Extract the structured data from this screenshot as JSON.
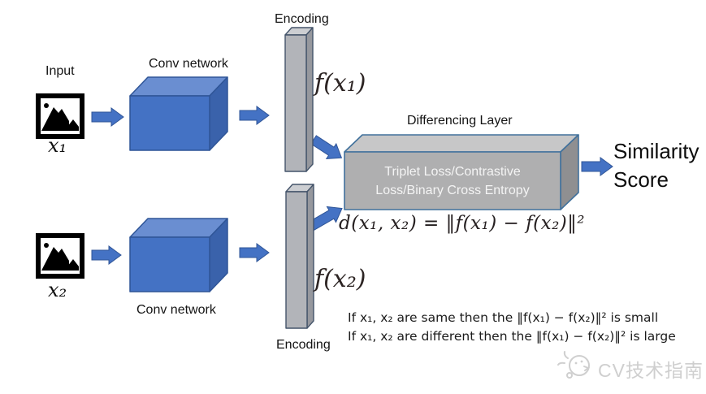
{
  "diagram_title": "Siamese network similarity diagram",
  "top_branch": {
    "input_label": "Input",
    "x_label": "x₁",
    "conv_label": "Conv network",
    "encoding_label": "Encoding",
    "fx_label": "f(x₁)"
  },
  "bottom_branch": {
    "x_label": "x₂",
    "conv_label": "Conv network",
    "encoding_label": "Encoding",
    "fx_label": "f(x₂)"
  },
  "differencing": {
    "title": "Differencing Layer",
    "box_line1": "Triplet Loss/Contrastive",
    "box_line2": "Loss/Binary Cross Entropy",
    "formula": "d(x₁, x₂) = ‖f(x₁) − f(x₂)‖²"
  },
  "output": {
    "label_line1": "Similarity",
    "label_line2": "Score"
  },
  "notes": {
    "line1": "If x₁, x₂ are same then the ‖f(x₁) − f(x₂)‖² is small",
    "line2": "If x₁, x₂ are different then the ‖f(x₁) − f(x₂)‖² is large"
  },
  "watermark": {
    "text": "CV技术指南"
  },
  "colors": {
    "arrow_fill": "#4472C4",
    "arrow_stroke": "#2F5597",
    "conv_front": "#4472C4",
    "conv_top": "#6A8ED1",
    "conv_side": "#3A62AB",
    "conv_stroke": "#2F5597",
    "bar_front": "#B2B4B9",
    "bar_top": "#CCCED2",
    "bar_side": "#96989E",
    "bar_stroke": "#44546A",
    "diff_front": "#AFAFB0",
    "diff_top": "#C7C7C8",
    "diff_side": "#8F8F91",
    "diff_stroke": "#41719C",
    "diff_text": "#F4F4F4",
    "watermark_gray": "#CFCFCF"
  }
}
